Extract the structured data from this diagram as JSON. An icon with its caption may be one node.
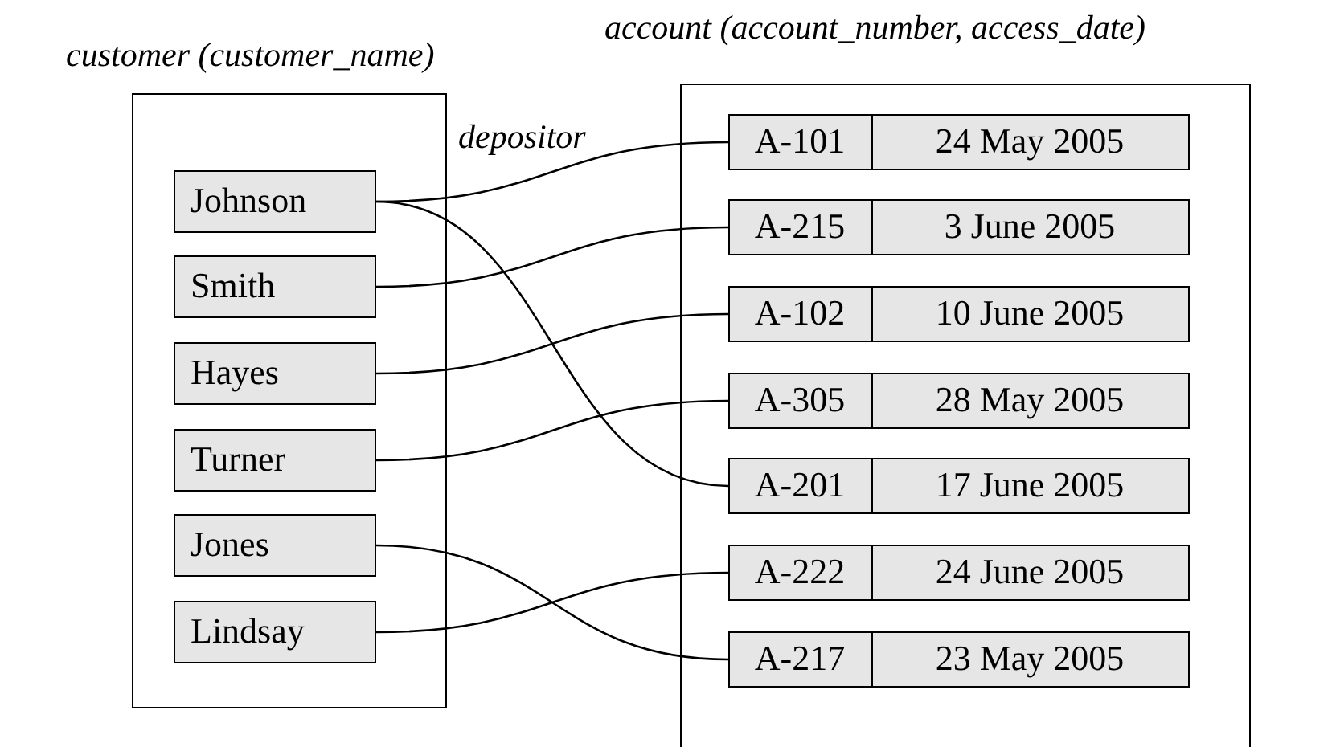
{
  "diagram": {
    "nodes": [
      {
        "text": [
          "customer (customer_name)"
        ]
      },
      {
        "text": [
          "Johnson"
        ],
        "in": 0
      },
      {
        "text": [
          "Smith"
        ],
        "in": 0
      },
      {
        "text": [
          "Hayes"
        ],
        "in": 0
      },
      {
        "text": [
          "Turner"
        ],
        "in": 0
      },
      {
        "text": [
          "Jones"
        ],
        "in": 0
      },
      {
        "text": [
          "Lindsay"
        ],
        "in": 0
      },
      {
        "text": [
          "account (account_number, access_date)"
        ]
      },
      {
        "text": [
          "A-101",
          "24 May 2005"
        ],
        "in": 7
      },
      {
        "text": [
          "A-215",
          "3 June 2005"
        ],
        "in": 7
      },
      {
        "text": [
          "A-102",
          "10 June 2005"
        ],
        "in": 7
      },
      {
        "text": [
          "A-305",
          "28 May 2005"
        ],
        "in": 7
      },
      {
        "text": [
          "A-201",
          "17 June 2005"
        ],
        "in": 7
      },
      {
        "text": [
          "A-222",
          "24 June 2005"
        ],
        "in": 7
      },
      {
        "text": [
          "A-217",
          "23 May 2005"
        ],
        "in": 7
      }
    ],
    "edges": [
      {
        "from": 1,
        "to": 8,
        "arrow": "none"
      },
      {
        "from": 1,
        "to": 12,
        "arrow": "none"
      },
      {
        "from": 2,
        "to": 9,
        "arrow": "none"
      },
      {
        "from": 3,
        "to": 10,
        "arrow": "none"
      },
      {
        "from": 4,
        "to": 11,
        "arrow": "none"
      },
      {
        "from": 5,
        "to": 14,
        "arrow": "none"
      },
      {
        "from": 6,
        "to": 13,
        "arrow": "none"
      }
    ],
    "labels": [
      "depositor"
    ]
  }
}
